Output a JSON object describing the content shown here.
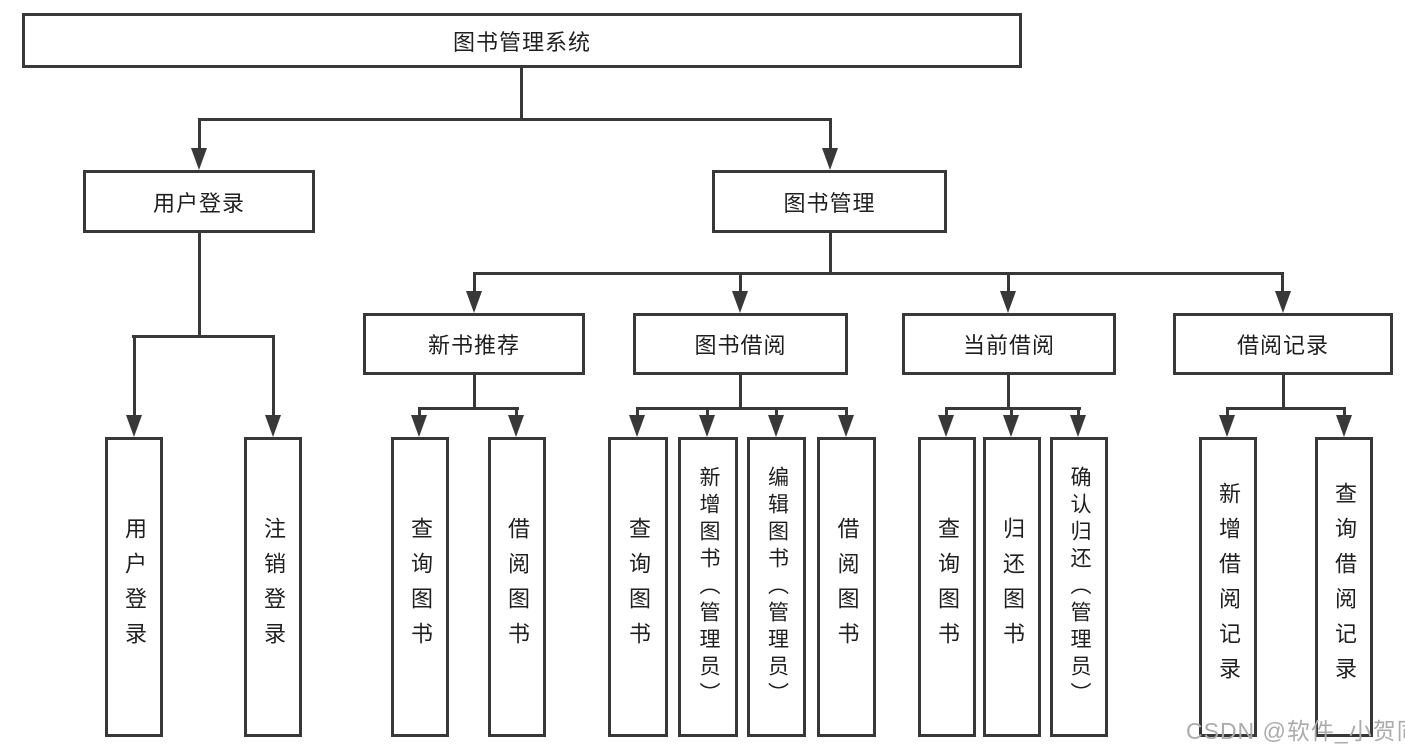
{
  "diagram_title": "图书管理系统",
  "colors": {
    "line": "#383838",
    "box_border": "#383838",
    "text": "#1f1f1f",
    "watermark": "#ababab",
    "background": "#ffffff"
  },
  "tree": {
    "root": {
      "label": "图书管理系统"
    },
    "user_login": {
      "label": "用户登录",
      "children": [
        "用户登录",
        "注销登录"
      ]
    },
    "book_mgmt": {
      "label": "图书管理"
    },
    "new_book_rec": {
      "label": "新书推荐",
      "children": [
        "查询图书",
        "借阅图书"
      ]
    },
    "book_borrow": {
      "label": "图书借阅",
      "children": [
        "查询图书",
        "新增图书（管理员）",
        "编辑图书（管理员）",
        "借阅图书"
      ]
    },
    "current_borrow": {
      "label": "当前借阅",
      "children": [
        "查询图书",
        "归还图书",
        "确认归还（管理员）"
      ]
    },
    "borrow_record": {
      "label": "借阅记录",
      "children": [
        "新增借阅记录",
        "查询借阅记录"
      ]
    }
  },
  "watermark": {
    "text": "CSDN @软件_小贺同学"
  }
}
